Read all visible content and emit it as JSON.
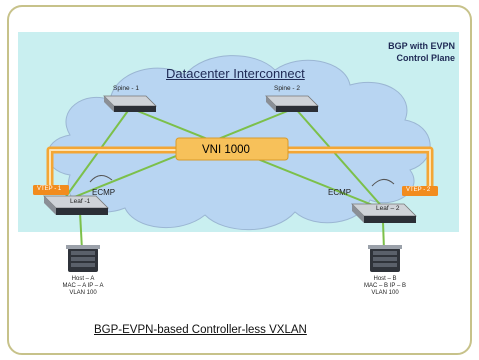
{
  "diagram": {
    "title": "Datacenter Interconnect",
    "corner_label_line1": "BGP with EVPN",
    "corner_label_line2": "Control Plane",
    "vni_label": "VNI 1000",
    "ecmp_left": "ECMP",
    "ecmp_right": "ECMP",
    "footer": "BGP-EVPN-based Controller-less VXLAN",
    "spines": [
      {
        "label": "Spine - 1"
      },
      {
        "label": "Spine - 2"
      }
    ],
    "leaves": [
      {
        "label": "Leaf -1",
        "vtep": "VTEP - 1"
      },
      {
        "label": "Leaf – 2",
        "vtep": "VTEP - 2"
      }
    ],
    "hosts": [
      {
        "name": "Host – A",
        "addr": "MAC – A IP – A",
        "vlan": "VLAN 100"
      },
      {
        "name": "Host – B",
        "addr": "MAC – B IP – B",
        "vlan": "VLAN 100"
      }
    ]
  },
  "colors": {
    "frame": "#c7c28a",
    "background": "#c9eff0",
    "cloud": "#b8d5f2",
    "tunnel": "#f4a634",
    "vni_box": "#f7c15a",
    "link": "#7cc04a",
    "vtep_tag": "#f28c1e"
  }
}
